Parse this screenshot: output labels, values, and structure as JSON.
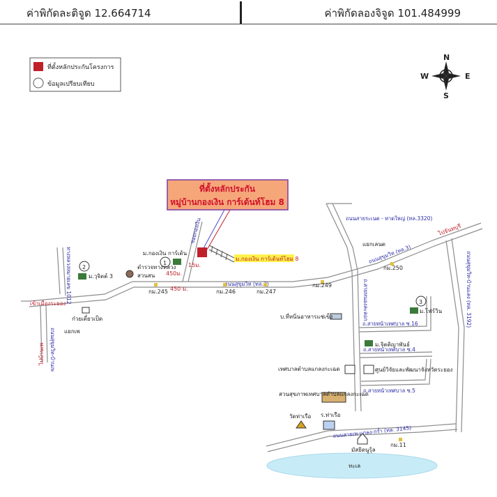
{
  "header": {
    "latitude": "ค่าพิกัดละติจูด 12.664714",
    "longitude": "ค่าพิกัดลองจิจูด 101.484999"
  },
  "legend": {
    "site": "ที่ตั้งหลักประกันโครงการ",
    "comparison": "ข้อมูลเปรียบเทียบ"
  },
  "compass": {
    "n": "N",
    "e": "E",
    "s": "S",
    "w": "W"
  },
  "callout": {
    "line1": "ที่ตั้งหลักประกัน",
    "line2": "หมู่บ้านกองเงิน การ์เด้นท์โฮม 8"
  },
  "colors": {
    "road": "#9a9a9a",
    "site": "#c0202a",
    "callout_bg": "#f6a77a",
    "callout_border": "#7a3aa0",
    "sea": "#c8ecf7",
    "highlight": "#fff24a"
  },
  "labels": {
    "site_label": "ม.กองเงิน การ์เด้นท์โฮม 8",
    "comp1": "ม.กองเงิน การ์เด้น",
    "comp2": "ม.วุจิตต์ 3",
    "comp3": "ม.โฟร์วิน",
    "marker1": "1",
    "marker2": "2",
    "marker3": "3",
    "police": "ตำรวจทางหลวง",
    "suanson": "สวนสน",
    "dist450a": "450ม.",
    "dist450b": "450 ม.",
    "dist15": "15ม.",
    "soi": "ซอยกองเงิน",
    "sukhumvit_west": "ถนนสุขุมวิท (ทล.3)",
    "sukhumvit_east": "ถนนสุขุมวิท (ทล.3)",
    "km245": "กม.245",
    "km246": "กม.246",
    "km247": "กม.247",
    "km249": "กม.249",
    "km250": "กม.250",
    "km11": "กม.11",
    "road1012": "ทางหลวงหมายเลข 1012",
    "to_rayong": "เข้าเมืองระยอง",
    "to_phe": "ไปบ้านเพ",
    "road_phe": "ถนนสุขุมวิท-บ้านเพ",
    "kuay_teow": "ก๋วยเตี๋ยวเป็ด",
    "yaek_phe": "แยกเพ",
    "road3320": "ถนนสายระเนต - หาดใหญ่ (ทล.3320)",
    "yaek_lenet": "แยกเลนต",
    "to_chanthaburi": "ไปจันทบุรี",
    "road3192": "ถนนสุขุมวิท-บ้านแลง (ทล. 3192)",
    "road_nonglalok": "ถ.สายหนองละลอก",
    "soi16": "ถ.สายหน้าเทศบาล ซ.16",
    "soi4": "ถ.สายหน้าเทศบาล ซ.4",
    "soi5": "ถ.สายหน้าเทศบาล ซ.5",
    "company": "บ.ที่หนิ่นอาหารแช่เข็ง",
    "jittiyapan": "ม.จิตติญาพันธ์",
    "municipal": "เทศบาลตำบลแกลงกะเฉด",
    "school": "ศูนย์วิจัยและพัฒนาจังหวัดระยอง",
    "park": "สวนสุขภาพเทศบาลตำบลแกลงกะเฉด",
    "wat": "วัดท่าเรือ",
    "pier": "ร.ท่าเรือ",
    "road3145": "ถนนสายเพ-แกลง-กร่ำ (ทล. 3145)",
    "mosque": "มัสยิดนูรุ้ล",
    "sea": "ทะเล"
  }
}
